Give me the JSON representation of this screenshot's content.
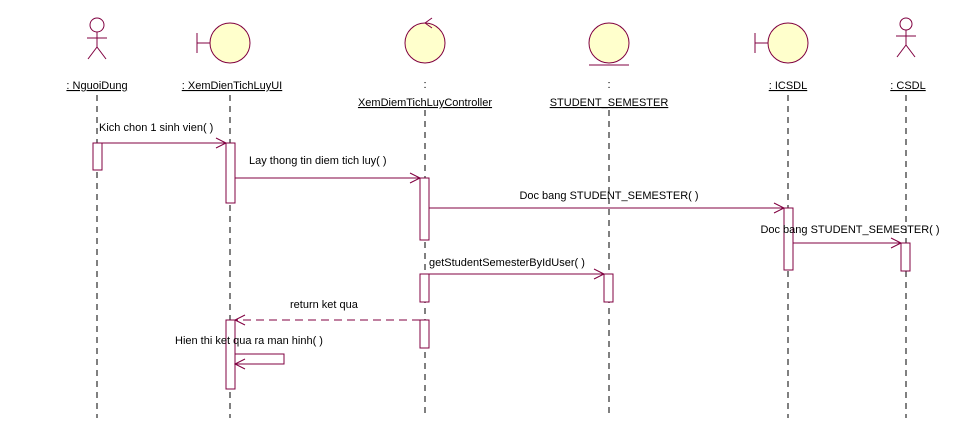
{
  "colors": {
    "stroke": "#800040",
    "participant_fill": "#ffffcc",
    "lifeline": "#000000",
    "background": "#ffffff"
  },
  "participants": [
    {
      "id": "nguoidung",
      "kind": "actor",
      "name": ": NguoiDung"
    },
    {
      "id": "ui",
      "kind": "boundary",
      "name": ": XemDienTichLuyUI"
    },
    {
      "id": "controller",
      "kind": "control",
      "name_line1": ":",
      "name_line2": "XemDiemTichLuyController"
    },
    {
      "id": "student",
      "kind": "entity",
      "name_line1": ":",
      "name_line2": "STUDENT_SEMESTER"
    },
    {
      "id": "icsdl",
      "kind": "boundary",
      "name": ": ICSDL"
    },
    {
      "id": "csdl",
      "kind": "actor",
      "name": ": CSDL"
    }
  ],
  "messages": [
    {
      "from": "nguoidung",
      "to": "ui",
      "label": "Kich chon 1 sinh vien( )",
      "style": "sync"
    },
    {
      "from": "ui",
      "to": "controller",
      "label": "Lay thong tin diem tich luy( )",
      "style": "sync"
    },
    {
      "from": "controller",
      "to": "icsdl",
      "label": "Doc bang STUDENT_SEMESTER( )",
      "style": "sync"
    },
    {
      "from": "icsdl",
      "to": "csdl",
      "label": "Doc bang STUDENT_SEMESTER( )",
      "style": "sync"
    },
    {
      "from": "controller",
      "to": "student",
      "label": "getStudentSemesterByIdUser( )",
      "style": "sync"
    },
    {
      "from": "controller",
      "to": "ui",
      "label": "return ket qua",
      "style": "return"
    },
    {
      "from": "ui",
      "to": "ui",
      "label": "Hien thi ket qua ra man hinh( )",
      "style": "self"
    }
  ]
}
